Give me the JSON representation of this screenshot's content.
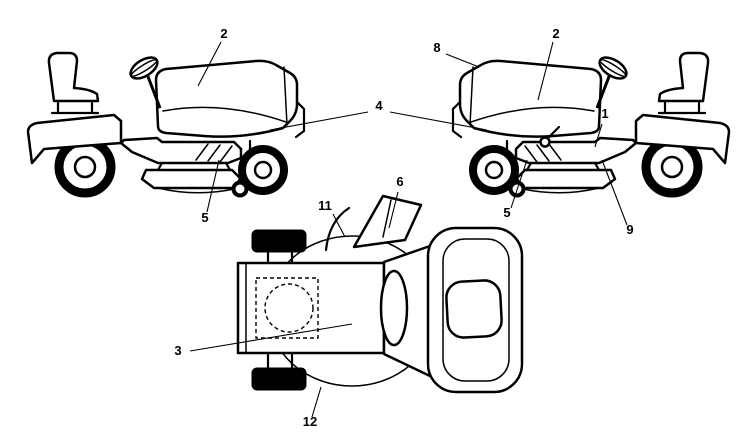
{
  "colors": {
    "line": "#000000",
    "background": "#ffffff"
  },
  "callouts": {
    "left_view": {
      "hood": "2",
      "deck": "5"
    },
    "shared": {
      "side_panel": "4"
    },
    "right_view": {
      "hood_front": "8",
      "hood": "2",
      "fender": "1",
      "deck": "5",
      "footboard": "9"
    },
    "top_view": {
      "chute": "6",
      "body_edge": "11",
      "engine_compartment": "3",
      "deck_edge": "12"
    }
  }
}
